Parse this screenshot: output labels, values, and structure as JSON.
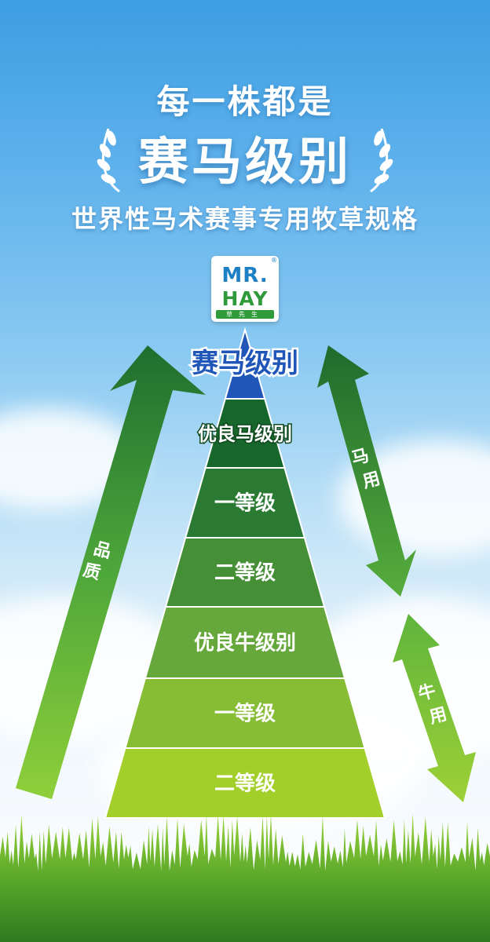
{
  "header": {
    "line1": "每一株都是",
    "line2": "赛马级别",
    "subtitle": "世界性马术赛事专用牧草规格"
  },
  "logo": {
    "mark": "®",
    "line1": "MR.",
    "line2": "HAY",
    "line3": "草先生"
  },
  "pyramid": {
    "tiers": [
      {
        "label": "赛马级别",
        "color": "#1f56b8",
        "text_color": "#1f56b8"
      },
      {
        "label": "优良马级别",
        "color": "#17662c",
        "text_color": "#ffffff"
      },
      {
        "label": "一等级",
        "color": "#2a7a33",
        "text_color": "#ffffff"
      },
      {
        "label": "二等级",
        "color": "#458f37",
        "text_color": "#ffffff"
      },
      {
        "label": "优良牛级别",
        "color": "#66a83c",
        "text_color": "#ffffff"
      },
      {
        "label": "一等级",
        "color": "#86bd35",
        "text_color": "#ffffff"
      },
      {
        "label": "二等级",
        "color": "#a3cf2b",
        "text_color": "#ffffff"
      }
    ]
  },
  "arrows": {
    "quality": "品质",
    "horse_use": "马用",
    "cattle_use": "牛用"
  },
  "colors": {
    "sky_top": "#3d9ee2",
    "brand_green": "#2e9a3a",
    "brand_blue": "#1d7fc4"
  }
}
